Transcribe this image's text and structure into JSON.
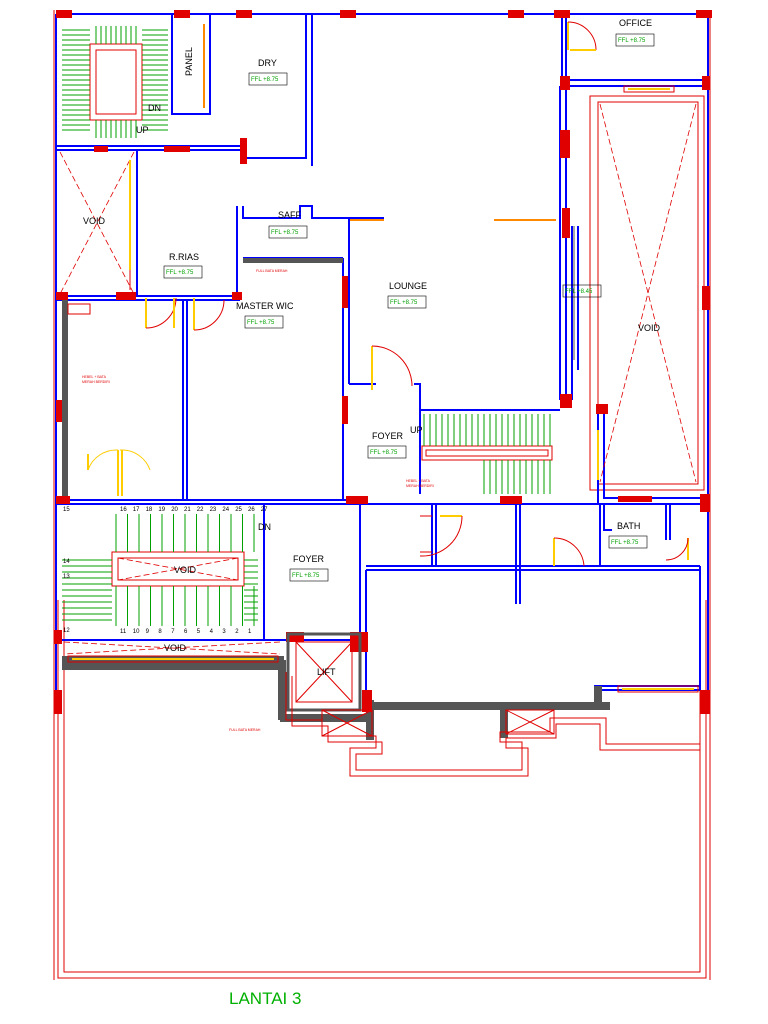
{
  "drawing_title": "LANTAI 3",
  "rooms": {
    "office": "OFFICE",
    "dry": "DRY",
    "panel": "PANEL",
    "void_left": "VOID",
    "r_rias": "R.RIAS",
    "saff": "SAFF",
    "master_wic": "MASTER WIC",
    "lounge": "LOUNGE",
    "void_right": "VOID",
    "foyer_upper": "FOYER",
    "bath": "BATH",
    "foyer_lower": "FOYER",
    "void_stair": "VOID",
    "void_strip": "VOID",
    "lift": "LIFT"
  },
  "stairs": {
    "dn_top": "DN",
    "up_top": "UP",
    "up_foyer": "UP",
    "dn_main": "DN",
    "top_numbers": [
      "16",
      "17",
      "18",
      "19",
      "20",
      "21",
      "22",
      "23",
      "24",
      "25",
      "26",
      "27"
    ],
    "bottom_numbers": [
      "11",
      "10",
      "9",
      "8",
      "7",
      "6",
      "5",
      "4",
      "3",
      "2",
      "1"
    ],
    "side_15": "15",
    "side_14": "14",
    "side_13": "13",
    "side_12": "12"
  },
  "levels": {
    "ffl": "FFL +8.75",
    "ffl_corridor": "FFL +8.45"
  },
  "notes": {
    "full_bata_merah": "FULL BATA MERAH",
    "hebel_bata_1": "HEBEL + BATA",
    "hebel_bata_2": "MERAH BERDIRI"
  },
  "colors": {
    "wall": "#0000ff",
    "column": "#e00000",
    "dimension": "#e00000",
    "door_swing": "#e00000",
    "door_leaf": "#ffcc00",
    "stair": "#00a000",
    "level_text": "#00a000",
    "title": "#00b000",
    "solid_wall": "#555555"
  }
}
